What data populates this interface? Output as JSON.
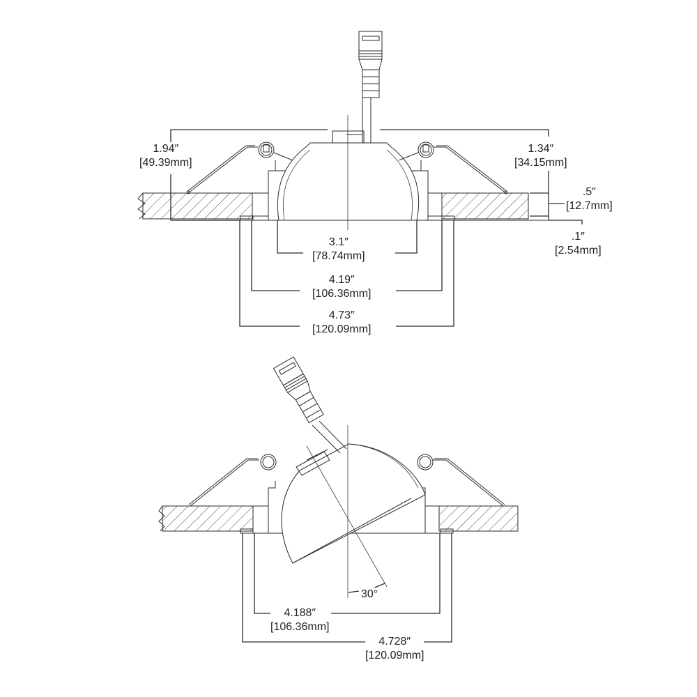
{
  "top_view": {
    "height_overall": {
      "in": "1.94″",
      "mm": "[49.39mm]"
    },
    "height_above_ceiling": {
      "in": "1.34″",
      "mm": "[34.15mm]"
    },
    "ceiling_thickness": {
      "in": ".5″",
      "mm": "[12.7mm]"
    },
    "flange_thickness": {
      "in": ".1″",
      "mm": "[2.54mm]"
    },
    "aperture_width": {
      "in": "3.1″",
      "mm": "[78.74mm]"
    },
    "cutout_width": {
      "in": "4.19″",
      "mm": "[106.36mm]"
    },
    "flange_width": {
      "in": "4.73″",
      "mm": "[120.09mm]"
    }
  },
  "bottom_view": {
    "tilt_angle": "30°",
    "cutout_width": {
      "in": "4.188″",
      "mm": "[106.36mm]"
    },
    "flange_width": {
      "in": "4.728″",
      "mm": "[120.09mm]"
    }
  },
  "colors": {
    "line": "#2a2a2a",
    "background": "#ffffff"
  }
}
